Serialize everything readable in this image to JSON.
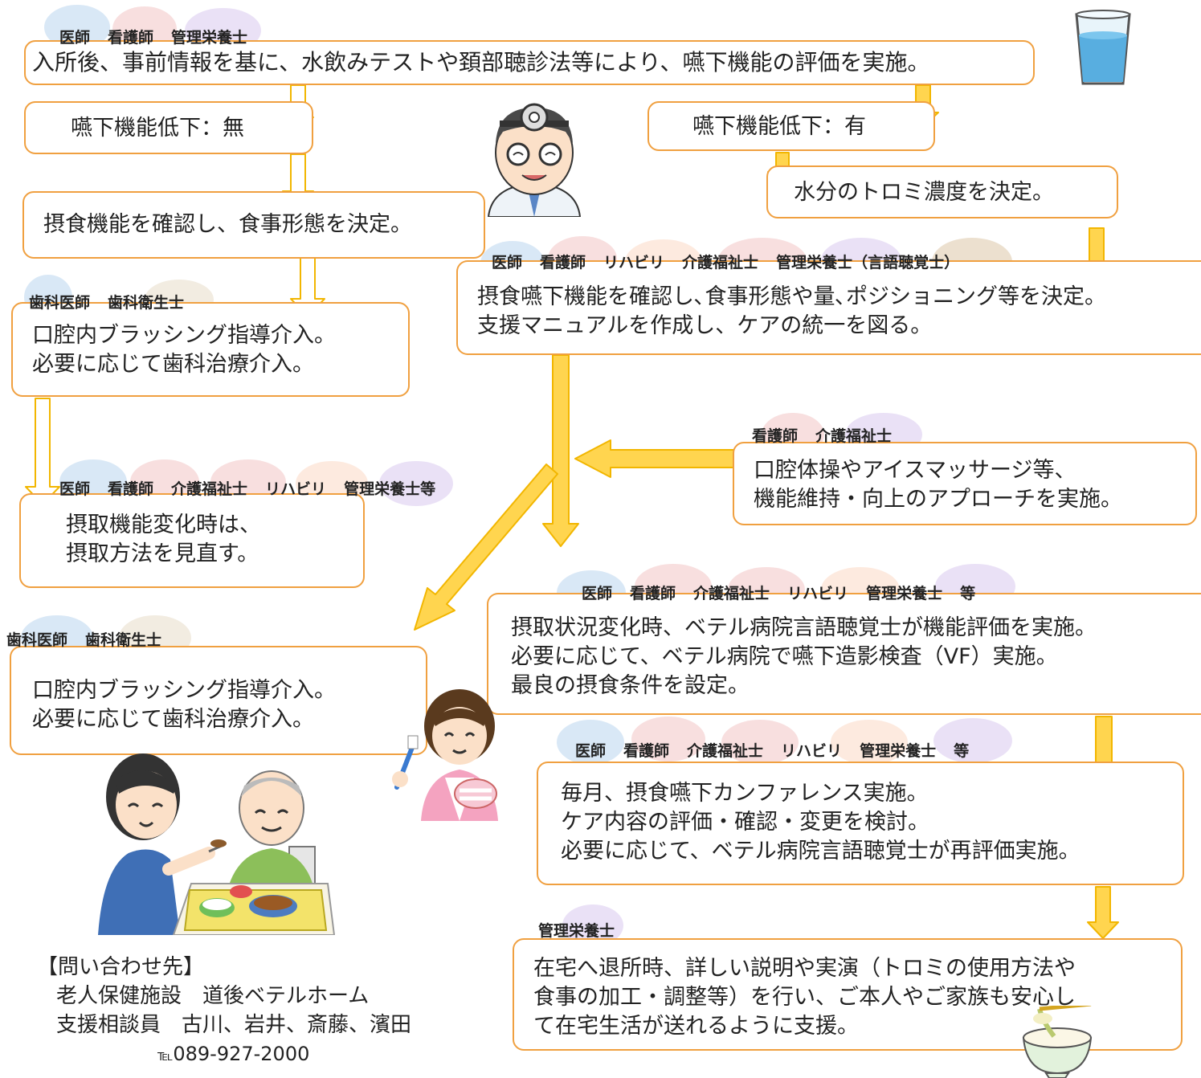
{
  "roles": {
    "r1": [
      "医師",
      "看護師",
      "管理栄養士"
    ],
    "r2": [
      "医師",
      "看護師",
      "リハビリ",
      "介護福祉士",
      "管理栄養士（言語聴覚士）"
    ],
    "r3": [
      "歯科医師",
      "歯科衛生士"
    ],
    "r4": [
      "看護師",
      "介護福祉士"
    ],
    "r5": [
      "医師",
      "看護師",
      "介護福祉士",
      "リハビリ",
      "管理栄養士等"
    ],
    "r6": [
      "医師",
      "看護師",
      "介護福祉士",
      "リハビリ",
      "管理栄養士",
      "等"
    ],
    "r7": [
      "歯科医師",
      "歯科衛生士"
    ],
    "r8": [
      "医師",
      "看護師",
      "介護福祉士",
      "リハビリ",
      "管理栄養士",
      "等"
    ],
    "r9": [
      "管理栄養士"
    ]
  },
  "boxes": {
    "b1": "入所後、事前情報を基に、水飲みテストや頚部聴診法等により、嚥下機能の評価を実施。",
    "b2": "嚥下機能低下：無",
    "b3": "嚥下機能低下：有",
    "b4": "水分のトロミ濃度を決定。",
    "b5": "摂食機能を確認し、食事形態を決定。",
    "b6": "摂食嚥下機能を確認し､食事形態や量､ポジショニング等を決定。\n支援マニュアルを作成し、ケアの統一を図る。",
    "b7": "口腔内ブラッシング指導介入。\n必要に応じて歯科治療介入。",
    "b8": "口腔体操やアイスマッサージ等、\n機能維持・向上のアプローチを実施。",
    "b9": "摂取機能変化時は、\n摂取方法を見直す。",
    "b10": "摂取状況変化時、ベテル病院言語聴覚士が機能評価を実施。\n必要に応じて、ベテル病院で嚥下造影検査（VF）実施。\n最良の摂食条件を設定。",
    "b11": "口腔内ブラッシング指導介入。\n必要に応じて歯科治療介入。",
    "b12": "毎月、摂食嚥下カンファレンス実施。\nケア内容の評価・確認・変更を検討。\n必要に応じて、ベテル病院言語聴覚士が再評価実施。",
    "b13": "在宅へ退所時、詳しい説明や実演（トロミの使用方法や\n食事の加工・調整等）を行い、ご本人やご家族も安心し\nて在宅生活が送れるように支援。"
  },
  "contact": {
    "heading": "【問い合わせ先】",
    "facility": "老人保健施設　道後ベテルホーム",
    "staff": "支援相談員　古川、岩井、斎藤、濱田",
    "tel_prefix": "℡",
    "tel": "089-927-2000"
  },
  "colors": {
    "box_border": "#f0a040",
    "arrow_fill": "#ffd54f",
    "arrow_stroke": "#f2b600"
  },
  "icons": [
    "water-glass-icon",
    "doctor-icon",
    "caregiver-feeding-icon",
    "dental-hygienist-icon",
    "thickened-food-bowl-icon"
  ]
}
